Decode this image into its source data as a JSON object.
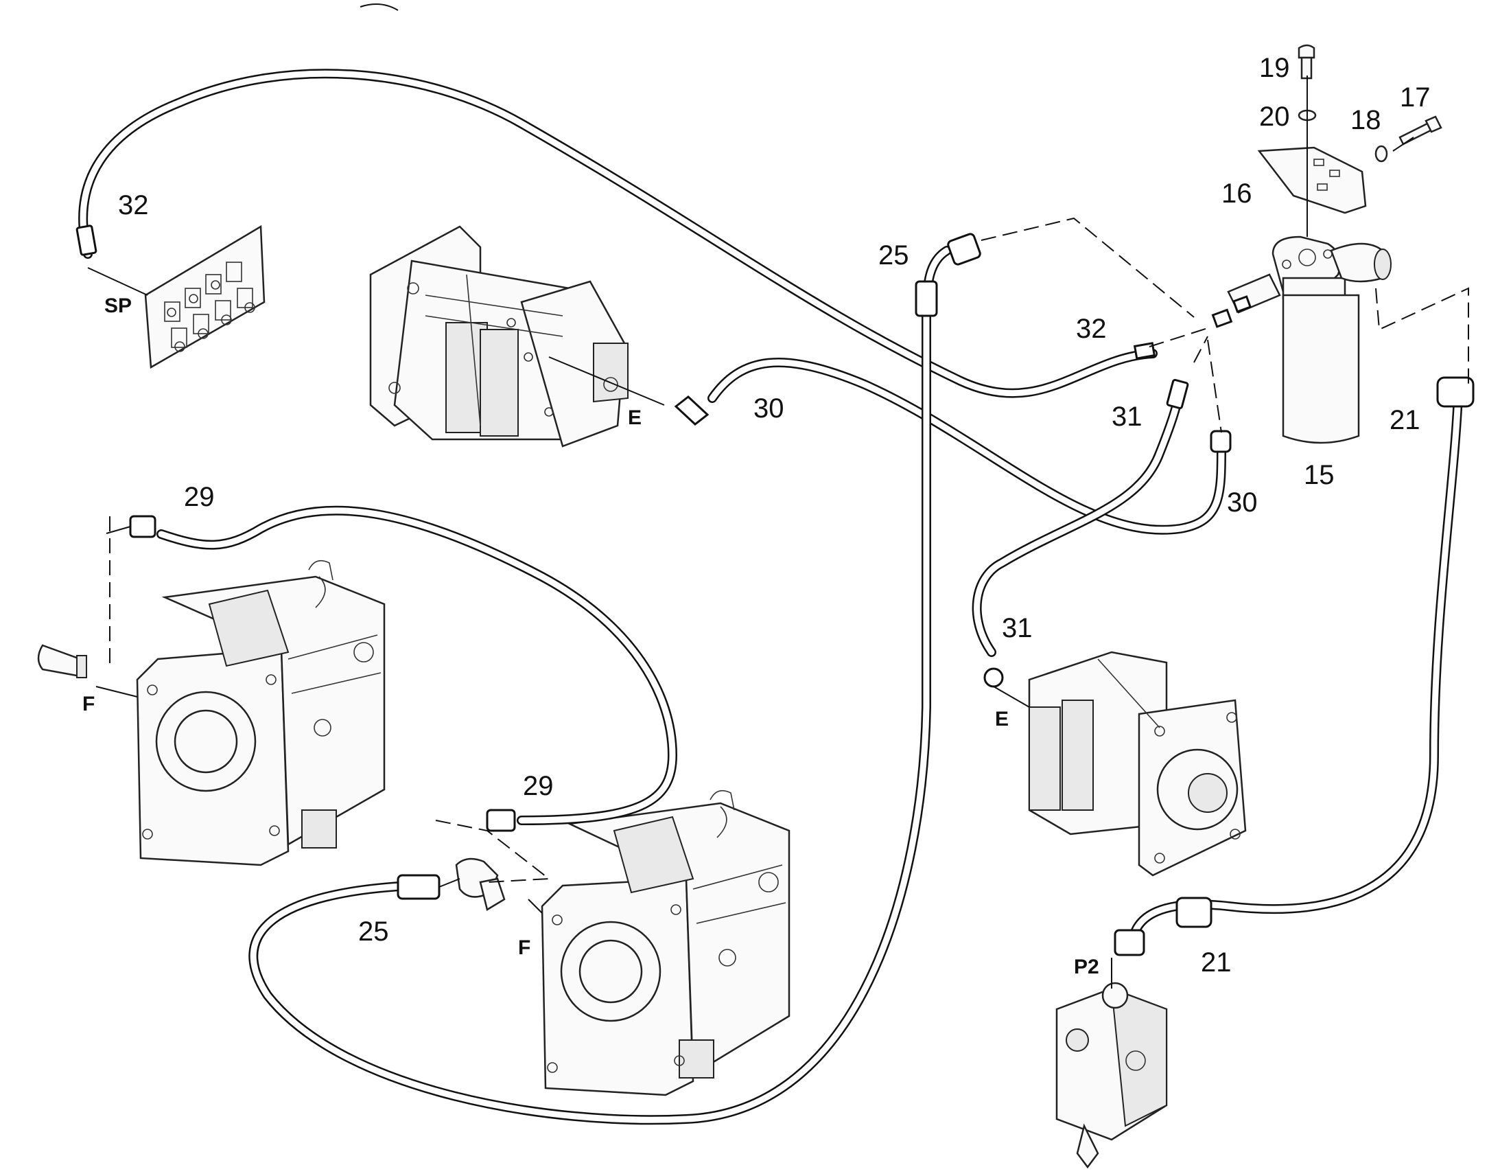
{
  "callouts": {
    "n32a": "32",
    "n32b": "32",
    "n25a": "25",
    "n25b": "25",
    "n30a": "30",
    "n30b": "30",
    "n31a": "31",
    "n31b": "31",
    "n29a": "29",
    "n29b": "29",
    "n21a": "21",
    "n21b": "21",
    "n15": "15",
    "n16": "16",
    "n17": "17",
    "n18": "18",
    "n19": "19",
    "n20": "20"
  },
  "ports": {
    "sp": "SP",
    "e1": "E",
    "e2": "E",
    "f1": "F",
    "f2": "F",
    "p2": "P2"
  }
}
